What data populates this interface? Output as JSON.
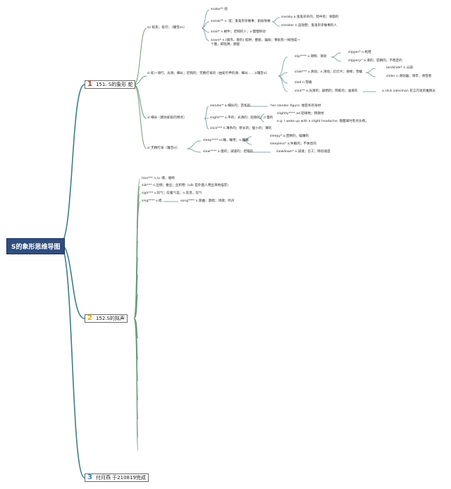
{
  "root": "S的象形思维导图",
  "branches": [
    {
      "number": "1",
      "label": "151. S的象形 蛇"
    },
    {
      "number": "2",
      "label": "152.S的拟声"
    },
    {
      "number": "3",
      "label": "付月燕 于210819完成"
    }
  ],
  "snake": {
    "sn": "sn 蛇形，蛇行；（罐音sn）",
    "snake": "snake** 蛇",
    "sneak": "sneak** v. 溜；鬼鬼祟祟做事；偷偷地做",
    "sneaky": "sneaky a.鬼鬼祟祟的；暗中的；卑鄙的",
    "sneaker": "sneaker n.运动鞋；鬼鬼祟祟做事的人",
    "snail": "snail* n.蜗牛；迟钝的人；v.慢慢移动",
    "snare": "snare* n.(捕鸟、兽的) 陷阱；圈套、骗局；像蛇形一样围成一个圈，即陷阱，圈套",
    "sl": "sl 蛇一滑行，光滑；细长；迟钝的；无精打采的（由蛇引申的滑、细长……)(罐音sl）",
    "slip": "slip**** v.滑倒、滑动",
    "slipper": "slipper* n.拖鞋",
    "slippery": "slippery* a.滑的；狡猾的；不稳定的",
    "slide": "slide*** v.滑动；n.滑动；幻灯片；滑梯；雪橇",
    "landslide": "landslide* n.山崩",
    "slider": "slider n.滑动器；滑竿；滑雪者",
    "sled": "sled n.雪橇",
    "slick": "slick** a.光滑的；聪明的；熟练的；油滑的",
    "slick_sales": "a slick salesman 花言巧语的推销员",
    "sl_long": "sl 细长（模仿蛇蛇的特点）",
    "slender": "slender* a.细长的；苗条的",
    "slender_fig": "her slender figure. 她苗条的身材",
    "slight": "slight*** a.平的；光滑的；轻微的；少量的",
    "slightly": "slightly**** ad.轻微地；稍微地",
    "slight_eg": "e.g. I woke up with a slight headache. 我醒来时有点头疼。",
    "slice": "slice*** n.薄条的；修长的；瘦小的；薄的",
    "sl_lazy": "sl 无精打采（罐音sl）",
    "sleep": "sleep**** vi.睡，睡觉；n.睡眠",
    "sleepy": "sleepy* a.困倦的，瞌睡的",
    "sleepless": "sleepless* a.失眠的；不休息的",
    "slow": "slow**** a.慢的；减速的；迟钝的",
    "slowdown": "slowdown* n.减速；怠工；降低速度"
  },
  "sound": {
    "hiss": "hiss*** n./v. 嘶、嘘吻",
    "silk": "silk*** n.丝绸；蚕丝；丝织物（silk 是外国人用丝滑地描音）",
    "sigh": "sigh*** v.叹气；叹着气说；n.叹息，叹气",
    "sing": "sing**** v.唱",
    "song": "song**** n.歌曲；歌唱；诗歌；鸣声"
  }
}
